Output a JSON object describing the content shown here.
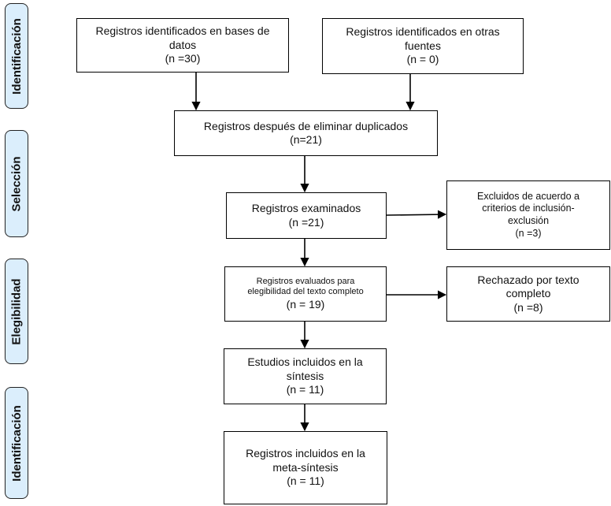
{
  "phases": {
    "p1": "Identificación",
    "p2": "Selección",
    "p3": "Elegibilidad",
    "p4": "Identificación"
  },
  "boxes": {
    "db": {
      "line1": "Registros identificados en bases de",
      "line2": "datos",
      "n": "(n =30)"
    },
    "other": {
      "line1": "Registros identificados en otras",
      "line2": "fuentes",
      "n": "(n = 0)"
    },
    "dedup": {
      "line1": "Registros después de eliminar duplicados",
      "n": "(n=21)"
    },
    "screened": {
      "line1": "Registros examinados",
      "n": "(n =21)"
    },
    "excluded": {
      "line1": "Excluidos de acuerdo a",
      "line2": "criterios de inclusión-",
      "line3": "exclusión",
      "n": "(n =3)"
    },
    "eligibility": {
      "line1": "Registros evaluados para",
      "line2": "elegibilidad del texto completo",
      "n": "(n = 19)"
    },
    "rejected": {
      "line1": "Rechazado por texto",
      "line2": "completo",
      "n": "(n =8)"
    },
    "synthesis": {
      "line1": "Estudios incluidos en la",
      "line2": "síntesis",
      "n": "(n = 11)"
    },
    "meta": {
      "line1": "Registros incluidos en la",
      "line2": "meta-síntesis",
      "n": "(n = 11)"
    }
  }
}
